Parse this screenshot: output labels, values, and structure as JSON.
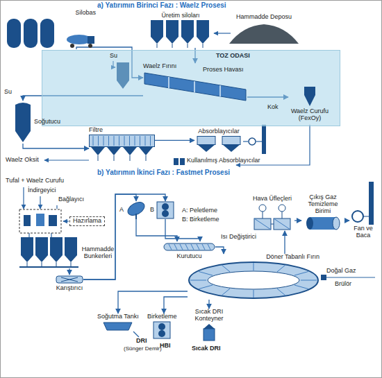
{
  "diagram": {
    "nodes": [
      {
        "text": [
          "Silobas"
        ]
      },
      {
        "text": [
          "Üretim siloları"
        ]
      },
      {
        "text": [
          "Hammadde Deposu"
        ]
      },
      {
        "text": [
          "TOZ ODASI"
        ]
      },
      {
        "text": [
          "Waelz Fırını"
        ],
        "in": 3
      },
      {
        "text": [
          "Soğutucu"
        ]
      },
      {
        "text": [
          "Filtre"
        ]
      },
      {
        "text": [
          "Absorblayıcılar"
        ]
      },
      {
        "text": [
          "Kullanılmış Absorblayıcılar"
        ]
      },
      {
        "text": [
          "Waelz Curufu (FexOy)"
        ]
      },
      {
        "text": [
          "Hazırlama"
        ]
      },
      {
        "text": [
          "Hammadde Bunkerleri"
        ]
      },
      {
        "text": [
          "Karıştırıcı"
        ]
      },
      {
        "text": [
          "A"
        ]
      },
      {
        "text": [
          "B"
        ]
      },
      {
        "text": [
          "Kurutucu"
        ]
      },
      {
        "text": [
          "Hava Üfleçleri"
        ]
      },
      {
        "text": [
          "Çıkış Gaz Temizleme Birimi"
        ]
      },
      {
        "text": [
          "Fan ve Baca"
        ]
      },
      {
        "text": [
          "Döner Tabanlı Fırın"
        ]
      },
      {
        "text": [
          "Soğutma Tankı"
        ]
      },
      {
        "text": [
          "Birketleme"
        ]
      },
      {
        "text": [
          "Sıcak DRI Konteyner"
        ]
      }
    ],
    "edges": [
      {
        "from": 0,
        "to": 4,
        "arrow": "to"
      },
      {
        "from": 1,
        "to": 4,
        "arrow": "to"
      },
      {
        "from": 4,
        "to": 9,
        "arrow": "to"
      },
      {
        "from": 4,
        "to": 5,
        "arrow": "to"
      },
      {
        "from": 5,
        "to": 6,
        "arrow": "to"
      },
      {
        "from": 6,
        "to": 7,
        "arrow": "to"
      },
      {
        "from": 11,
        "to": 12,
        "arrow": "to"
      },
      {
        "from": 12,
        "to": 13,
        "arrow": "to"
      },
      {
        "from": 12,
        "to": 14,
        "arrow": "to"
      },
      {
        "from": 13,
        "to": 15,
        "arrow": "to"
      },
      {
        "from": 14,
        "to": 15,
        "arrow": "to"
      },
      {
        "from": 15,
        "to": 19,
        "arrow": "to"
      },
      {
        "from": 19,
        "to": 16,
        "arrow": "to"
      },
      {
        "from": 16,
        "to": 17,
        "arrow": "to"
      },
      {
        "from": 17,
        "to": 18,
        "arrow": "to"
      },
      {
        "from": 19,
        "to": 20,
        "arrow": "to"
      },
      {
        "from": 19,
        "to": 21,
        "arrow": "to"
      },
      {
        "from": 19,
        "to": 22,
        "arrow": "to"
      }
    ],
    "labels": [
      "a) Yatırımın Birinci Fazı : Waelz Prosesi",
      "Su",
      "Proses Havası",
      "Su",
      "Kok",
      "Waelz Oksit",
      "b) Yatırımın İkinci Fazı : Fastmet Prosesi",
      "Tufal + Waelz Curufu",
      "İndirgeyici",
      "Bağlayıcı",
      "A: Peletleme",
      "B: Birketleme",
      "Isı Değiştirici",
      "Doğal Gaz",
      "Brülör",
      "DRI",
      "(Sünger Demir)",
      "HBI",
      "Sıcak DRI"
    ]
  }
}
